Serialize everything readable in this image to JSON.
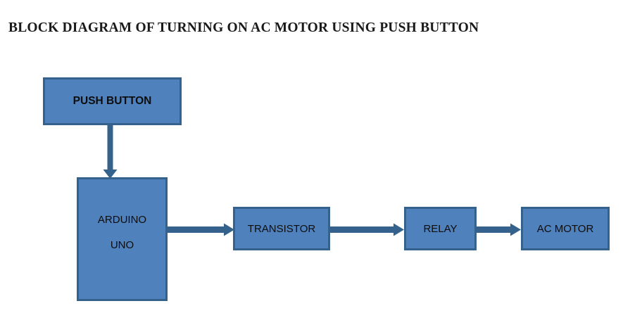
{
  "title": "BLOCK DIAGRAM OF TURNING ON AC MOTOR USING PUSH BUTTON",
  "colors": {
    "block_fill": "#4f81bd",
    "block_border": "#35618d",
    "arrow": "#35618d",
    "text": "#0d0d0d",
    "title_text": "#1a1a1a",
    "background": "#ffffff"
  },
  "blocks": [
    {
      "id": "push-button",
      "label": "PUSH BUTTON"
    },
    {
      "id": "arduino",
      "label": "ARDUINO\nUNO"
    },
    {
      "id": "transistor",
      "label": "TRANSISTOR"
    },
    {
      "id": "relay",
      "label": "RELAY"
    },
    {
      "id": "ac-motor",
      "label": "AC MOTOR"
    }
  ],
  "connectors": [
    {
      "id": "push-to-arduino",
      "from": "PUSH BUTTON",
      "to": "ARDUINO UNO",
      "direction": "down"
    },
    {
      "id": "arduino-to-transistor",
      "from": "ARDUINO UNO",
      "to": "TRANSISTOR",
      "direction": "right"
    },
    {
      "id": "transistor-to-relay",
      "from": "TRANSISTOR",
      "to": "RELAY",
      "direction": "right"
    },
    {
      "id": "relay-to-acmotor",
      "from": "RELAY",
      "to": "AC MOTOR",
      "direction": "right"
    }
  ]
}
